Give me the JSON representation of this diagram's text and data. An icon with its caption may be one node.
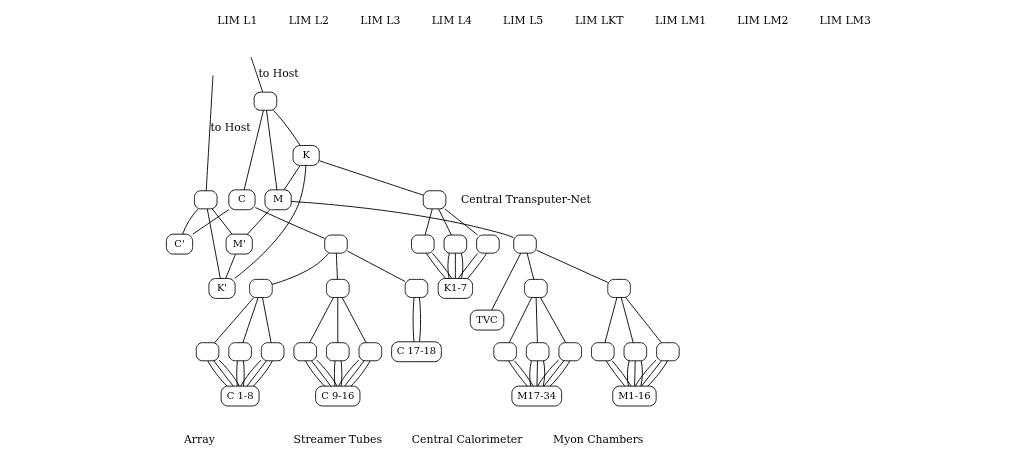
{
  "diagram": {
    "nodes": [
      {
        "text": [],
        "shape": "box"
      },
      {
        "text": [],
        "shape": "box"
      },
      {
        "text": [
          "C"
        ]
      },
      {
        "text": [
          "K"
        ]
      },
      {
        "text": [
          "M"
        ]
      },
      {
        "text": [
          "M'"
        ]
      },
      {
        "text": [
          "K'"
        ]
      },
      {
        "text": [
          "C'"
        ]
      },
      {
        "text": [],
        "shape": "box"
      },
      {
        "text": [],
        "shape": "box"
      },
      {
        "text": [],
        "shape": "box"
      },
      {
        "text": [],
        "shape": "box"
      },
      {
        "text": [],
        "shape": "box"
      },
      {
        "text": [],
        "shape": "box"
      },
      {
        "text": [
          "C 1-8"
        ]
      },
      {
        "text": [],
        "shape": "box"
      },
      {
        "text": [],
        "shape": "box"
      },
      {
        "text": [],
        "shape": "box"
      },
      {
        "text": [
          "C 9-16"
        ]
      },
      {
        "text": [],
        "shape": "box"
      },
      {
        "text": [
          "C 17-18"
        ]
      },
      {
        "text": [],
        "shape": "box"
      },
      {
        "text": [],
        "shape": "box"
      },
      {
        "text": [],
        "shape": "box"
      },
      {
        "text": [],
        "shape": "box"
      },
      {
        "text": [
          "K1-7"
        ]
      },
      {
        "text": [],
        "shape": "box"
      },
      {
        "text": [
          "TVC"
        ]
      },
      {
        "text": [],
        "shape": "box"
      },
      {
        "text": [],
        "shape": "box"
      },
      {
        "text": [],
        "shape": "box"
      },
      {
        "text": [],
        "shape": "box"
      },
      {
        "text": [
          "M1-16"
        ]
      },
      {
        "text": [],
        "shape": "box"
      },
      {
        "text": [],
        "shape": "box"
      },
      {
        "text": [],
        "shape": "box"
      },
      {
        "text": [],
        "shape": "box"
      },
      {
        "text": [
          "M17-34"
        ]
      }
    ],
    "edges": [
      {
        "from": 0,
        "to": null,
        "arrow": "none",
        "label": "to Host"
      },
      {
        "from": 1,
        "to": null,
        "arrow": "none",
        "label": "to Host"
      },
      {
        "from": 0,
        "to": 2,
        "arrow": "none"
      },
      {
        "from": 0,
        "to": 3,
        "arrow": "none"
      },
      {
        "from": 0,
        "to": 4,
        "arrow": "none"
      },
      {
        "from": 1,
        "to": 5,
        "arrow": "none"
      },
      {
        "from": 1,
        "to": 6,
        "arrow": "none"
      },
      {
        "from": 1,
        "to": 7,
        "arrow": "none"
      },
      {
        "from": 3,
        "to": 4,
        "arrow": "none"
      },
      {
        "from": 5,
        "to": 6,
        "arrow": "none"
      },
      {
        "from": 4,
        "to": 5,
        "arrow": "none"
      },
      {
        "from": 3,
        "to": 6,
        "arrow": "none"
      },
      {
        "from": 2,
        "to": 7,
        "arrow": "none"
      },
      {
        "from": 2,
        "to": 8,
        "arrow": "none"
      },
      {
        "from": 3,
        "to": 21,
        "arrow": "none"
      },
      {
        "from": 4,
        "to": 26,
        "arrow": "none"
      },
      {
        "from": 8,
        "to": 9,
        "arrow": "none"
      },
      {
        "from": 8,
        "to": 10,
        "arrow": "none"
      },
      {
        "from": 8,
        "to": 19,
        "arrow": "none"
      },
      {
        "from": 9,
        "to": 11,
        "arrow": "none"
      },
      {
        "from": 9,
        "to": 12,
        "arrow": "none"
      },
      {
        "from": 9,
        "to": 13,
        "arrow": "none"
      },
      {
        "from": 11,
        "to": 14,
        "arrow": "none"
      },
      {
        "from": 11,
        "to": 14,
        "arrow": "none"
      },
      {
        "from": 11,
        "to": 14,
        "arrow": "none"
      },
      {
        "from": 12,
        "to": 14,
        "arrow": "none"
      },
      {
        "from": 12,
        "to": 14,
        "arrow": "none"
      },
      {
        "from": 12,
        "to": 14,
        "arrow": "none"
      },
      {
        "from": 13,
        "to": 14,
        "arrow": "none"
      },
      {
        "from": 13,
        "to": 14,
        "arrow": "none"
      },
      {
        "from": 10,
        "to": 15,
        "arrow": "none"
      },
      {
        "from": 10,
        "to": 16,
        "arrow": "none"
      },
      {
        "from": 10,
        "to": 17,
        "arrow": "none"
      },
      {
        "from": 15,
        "to": 18,
        "arrow": "none"
      },
      {
        "from": 15,
        "to": 18,
        "arrow": "none"
      },
      {
        "from": 15,
        "to": 18,
        "arrow": "none"
      },
      {
        "from": 16,
        "to": 18,
        "arrow": "none"
      },
      {
        "from": 16,
        "to": 18,
        "arrow": "none"
      },
      {
        "from": 17,
        "to": 18,
        "arrow": "none"
      },
      {
        "from": 17,
        "to": 18,
        "arrow": "none"
      },
      {
        "from": 17,
        "to": 18,
        "arrow": "none"
      },
      {
        "from": 19,
        "to": 20,
        "arrow": "none"
      },
      {
        "from": 19,
        "to": 20,
        "arrow": "none"
      },
      {
        "from": 21,
        "to": 22,
        "arrow": "none"
      },
      {
        "from": 21,
        "to": 23,
        "arrow": "none"
      },
      {
        "from": 21,
        "to": 24,
        "arrow": "none"
      },
      {
        "from": 22,
        "to": 25,
        "arrow": "none"
      },
      {
        "from": 22,
        "to": 25,
        "arrow": "none"
      },
      {
        "from": 22,
        "to": 25,
        "arrow": "none"
      },
      {
        "from": 23,
        "to": 25,
        "arrow": "none"
      },
      {
        "from": 23,
        "to": 25,
        "arrow": "none"
      },
      {
        "from": 24,
        "to": 25,
        "arrow": "none"
      },
      {
        "from": 24,
        "to": 25,
        "arrow": "none"
      },
      {
        "from": 26,
        "to": 27,
        "arrow": "none"
      },
      {
        "from": 26,
        "to": 28,
        "arrow": "none"
      },
      {
        "from": 26,
        "to": 33,
        "arrow": "none"
      },
      {
        "from": 28,
        "to": 29,
        "arrow": "none"
      },
      {
        "from": 28,
        "to": 30,
        "arrow": "none"
      },
      {
        "from": 28,
        "to": 31,
        "arrow": "none"
      },
      {
        "from": 29,
        "to": 32,
        "arrow": "none"
      },
      {
        "from": 29,
        "to": 32,
        "arrow": "none"
      },
      {
        "from": 29,
        "to": 32,
        "arrow": "none"
      },
      {
        "from": 30,
        "to": 32,
        "arrow": "none"
      },
      {
        "from": 30,
        "to": 32,
        "arrow": "none"
      },
      {
        "from": 31,
        "to": 32,
        "arrow": "none"
      },
      {
        "from": 31,
        "to": 32,
        "arrow": "none"
      },
      {
        "from": 31,
        "to": 32,
        "arrow": "none"
      },
      {
        "from": 33,
        "to": 34,
        "arrow": "none"
      },
      {
        "from": 33,
        "to": 35,
        "arrow": "none"
      },
      {
        "from": 33,
        "to": 36,
        "arrow": "none"
      },
      {
        "from": 34,
        "to": 37,
        "arrow": "none"
      },
      {
        "from": 34,
        "to": 37,
        "arrow": "none"
      },
      {
        "from": 34,
        "to": 37,
        "arrow": "none"
      },
      {
        "from": 35,
        "to": 37,
        "arrow": "none"
      },
      {
        "from": 35,
        "to": 37,
        "arrow": "none"
      },
      {
        "from": 36,
        "to": 37,
        "arrow": "none"
      },
      {
        "from": 36,
        "to": 37,
        "arrow": "none"
      },
      {
        "from": 36,
        "to": 37,
        "arrow": "none"
      }
    ],
    "labels": [
      "LIM L1",
      "LIM L2",
      "LIM L3",
      "LIM L4",
      "LIM L5",
      "LIM LKT",
      "LIM LM1",
      "LIM LM2",
      "LIM LM3",
      "Central Transputer-Net",
      "Array",
      "Streamer Tubes",
      "Central Calorimeter",
      "Myon Chambers"
    ]
  }
}
